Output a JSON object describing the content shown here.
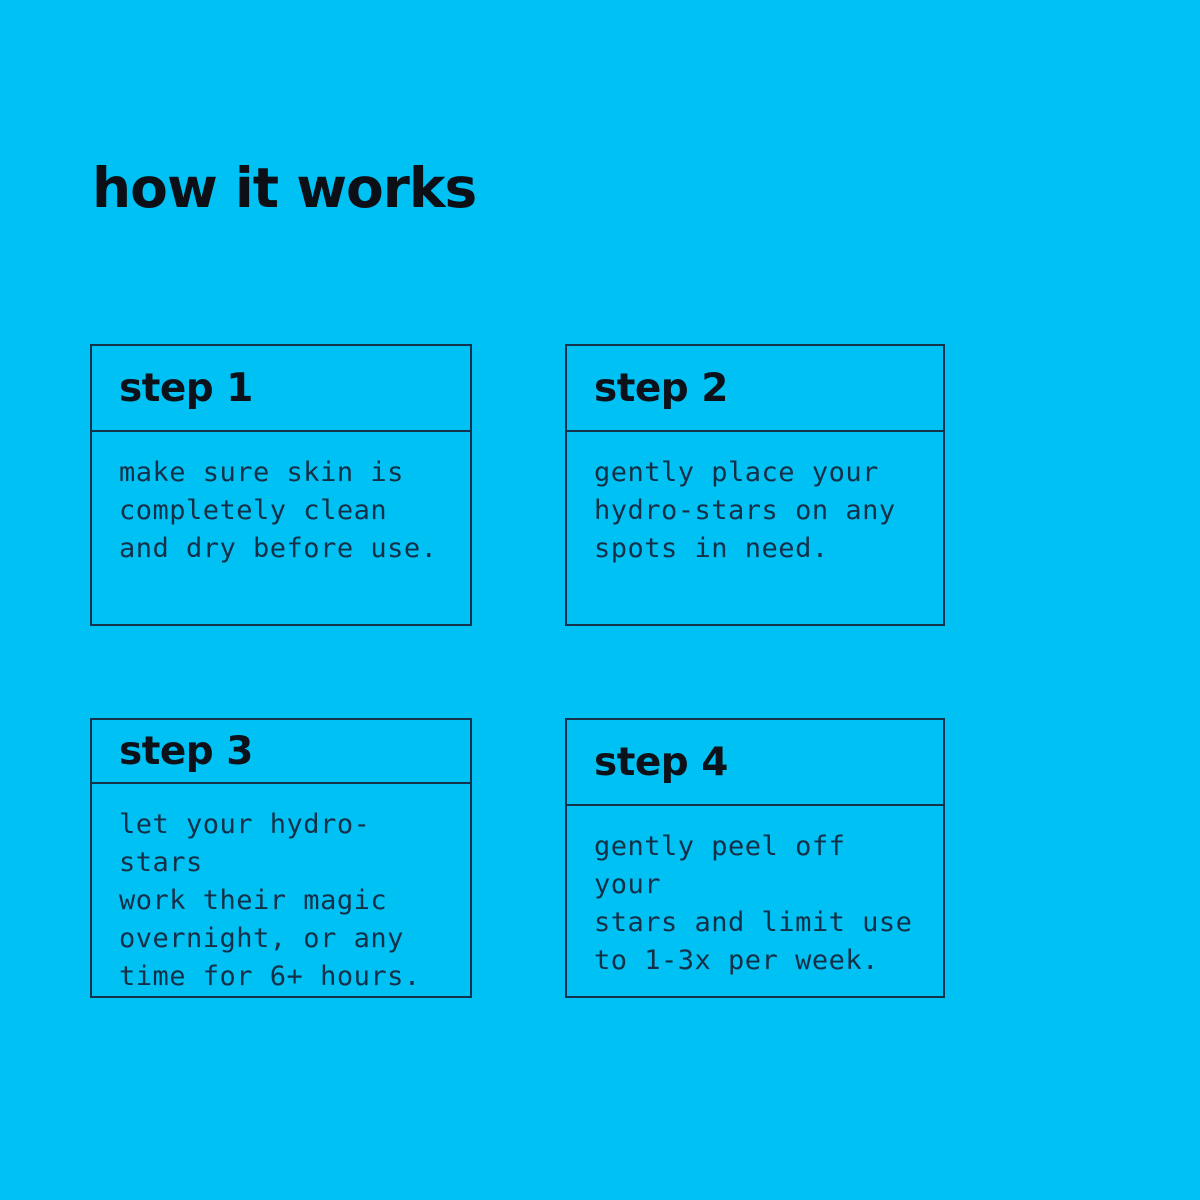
{
  "page": {
    "title": "how it works",
    "background_color": "#00c1f4",
    "border_color": "#14334b",
    "title_color": "#0c0f16",
    "header_text_color": "#0d1119",
    "body_text_color": "#143048"
  },
  "steps": [
    {
      "label": "step 1",
      "body": "make sure skin is\ncompletely clean\nand dry before use."
    },
    {
      "label": "step 2",
      "body": "gently place your\nhydro-stars on any\nspots in need."
    },
    {
      "label": "step 3",
      "body": "let your hydro-stars\nwork their magic\novernight, or any\ntime for 6+ hours."
    },
    {
      "label": "step 4",
      "body": "gently peel off your\nstars and limit use\nto 1-3x per week."
    }
  ]
}
